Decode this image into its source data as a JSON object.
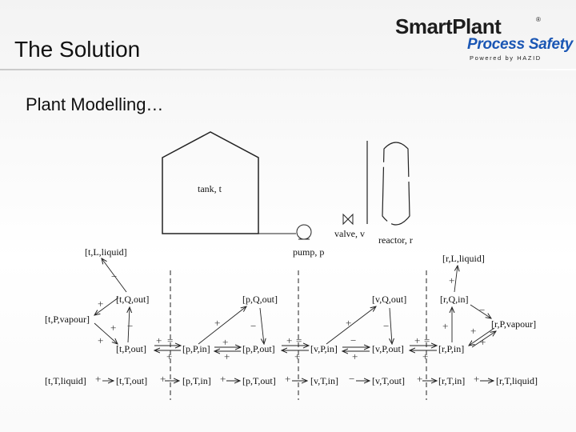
{
  "slide": {
    "title": "The Solution",
    "subheading": "Plant Modelling…"
  },
  "logo": {
    "main": "SmartPlant",
    "registered": "®",
    "sub": "Process Safety",
    "powered": "Powered by HAZID"
  },
  "plant": {
    "tank_label": "tank, t",
    "pump_label": "pump, p",
    "valve_label": "valve, v",
    "reactor_label": "reactor, r"
  },
  "nodes": {
    "t_L_liquid": "[t,L,liquid]",
    "t_Q_out": "[t,Q,out]",
    "t_P_vapour": "[t,P,vapour]",
    "t_P_out": "[t,P,out]",
    "t_T_liquid": "[t,T,liquid]",
    "t_T_out": "[t,T,out]",
    "p_P_in": "[p,P,in]",
    "p_T_in": "[p,T,in]",
    "p_Q_out": "[p,Q,out]",
    "p_P_out": "[p,P,out]",
    "p_T_out": "[p,T,out]",
    "v_P_in": "[v,P,in]",
    "v_T_in": "[v,T,in]",
    "v_Q_out": "[v,Q,out]",
    "v_P_out": "[v,P,out]",
    "v_T_out": "[v,T,out]",
    "r_L_liquid": "[r,L,liquid]",
    "r_Q_in": "[r,Q,in]",
    "r_P_in": "[r,P,in]",
    "r_T_in": "[r,T,in]",
    "r_P_vapour": "[r,P,vapour]",
    "r_T_liquid": "[r,T,liquid]"
  },
  "signs": {
    "plus": "+",
    "minus": "−",
    "equals": "="
  }
}
